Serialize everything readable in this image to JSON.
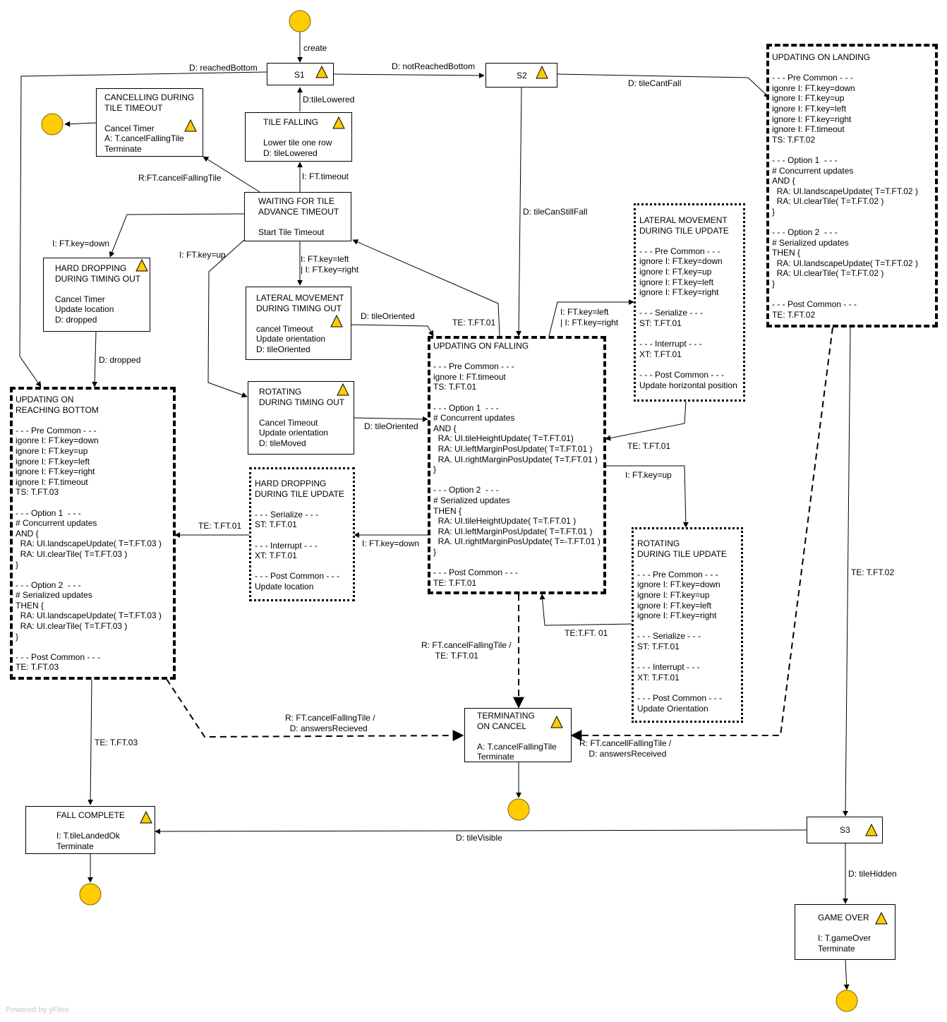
{
  "colors": {
    "state_fill": "#ffcc00",
    "state_stroke": "#806600",
    "warn_fill": "#ffcc00"
  },
  "icons": {
    "warning": "warning-triangle-icon",
    "pseudo_state": "filled-circle-icon"
  },
  "nodes": {
    "s1": {
      "label": "S1"
    },
    "s2": {
      "label": "S2"
    },
    "s3": {
      "label": "S3"
    },
    "tile_falling": {
      "text": "TILE FALLING\n\nLower tile one row\nD: tileLowered"
    },
    "cancelling": {
      "text": "CANCELLING DURING\nTILE TIMEOUT\n\nCancel Timer\nA: T.cancelFallingTile\nTerminate"
    },
    "waiting": {
      "text": "WAITING FOR TILE\nADVANCE TIMEOUT\n\nStart Tile Timeout"
    },
    "hard_drop_timing": {
      "text": "HARD DROPPING\nDURING TIMING OUT\n\nCancel Timer\nUpdate location\nD: dropped"
    },
    "lateral_timing": {
      "text": "LATERAL MOVEMENT\nDURING TIMING OUT\n\ncancel Timeout\nUpdate orientation\nD: tileOriented"
    },
    "rotating_timing": {
      "text": "ROTATING\nDURING TIMING OUT\n\nCancel Timeout\nUpdate orientation\nD: tileMoved"
    },
    "lateral_update": {
      "text": "LATERAL MOVEMENT\nDURING TILE UPDATE\n\n- - - Pre Common - - -\nignore I: FT.key=down\nignore I: FT.key=up\nignore I: FT.key=left\nignore I: FT.key=right\n\n- - - Serialize - - -\nST: T.FT.01\n\n- - - Interrupt - - -\nXT: T.FT.01\n\n- - - Post Common - - -\nUpdate horizontal position"
    },
    "hard_drop_update": {
      "text": "HARD DROPPING\nDURING TILE UPDATE\n\n- - - Serialize - - -\nST: T.FT.01\n\n- - - Interrupt - - -\nXT: T.FT.01\n\n- - - Post Common - - -\nUpdate location"
    },
    "rotating_update": {
      "text": "ROTATING\nDURING TILE UPDATE\n\n- - - Pre Common - - -\nignore I: FT.key=down\nignore I: FT.key=up\nignore I: FT.key=left\nignore I: FT.key=right\n\n- - - Serialize - - -\nST: T.FT.01\n\n- - - Interrupt - - -\nXT: T.FT.01\n\n- - - Post Common - - -\nUpdate Orientation"
    },
    "updating_falling": {
      "text": "UPDATING ON FALLING\n\n- - - Pre Common - - -\nignore I: FT.timeout\nTS: T.FT.01\n\n- - - Option 1  - - -\n# Concurrent updates\nAND {\n  RA: UI.tileHeightUpdate( T=T.FT.01)\n  RA: UI.leftMarginPosUpdate( T=T.FT.01 )\n  RA. UI.rightMarginPosUpdate( T=T.FT.01 )\n}\n\n- - - Option 2  - - -\n# Serialized updates\nTHEN {\n  RA: UI.tileHeightUpdate( T=T.FT.01 )\n  RA: UI.leftMarginPosUpdate( T=T.FT.01 )\n  RA. UI.rightMarginPosUpdate( T=-T.FT.01 )\n}\n\n- - - Post Common - - -\nTE: T.FT.01"
    },
    "updating_bottom": {
      "text": "UPDATING ON\nREACHING BOTTOM\n\n- - - Pre Common - - -\nigonre I: FT.key=down\nignore I: FT.key=up\nignore I: FT.key=left\nignore I: FT.key=right\nignore I: FT.timeout\nTS: T.FT.03\n\n- - - Option 1  - - -\n# Concurrent updates\nAND {\n  RA: UI.landscapeUpdate( T=T.FT.03 )\n  RA: UI.clearTile( T=T.FT.03 )\n}\n\n- - - Option 2  - - -\n# Serialized updates\nTHEN {\n  RA: UI.landscapeUpdate( T=T.FT.03 )\n  RA: UI.clearTile( T=T.FT.03 )\n}\n\n- - - Post Common - - -\nTE: T.FT.03"
    },
    "updating_landing": {
      "text": "UPDATING ON LANDING\n\n- - - Pre Common - - -\nigonre I: FT.key=down\nignore I: FT.key=up\nignore I: FT.key=left\nignore I: FT.key=right\nignore I: FT.timeout\nTS: T.FT.02\n\n- - - Option 1  - - -\n# Concurrent updates\nAND {\n  RA: UI.landscapeUpdate( T=T.FT.02 )\n  RA: UI.clearTile( T=T.FT.02 )\n}\n\n- - - Option 2  - - -\n# Serialized updates\nTHEN {\n  RA: UI.landscapeUpdate( T=T.FT.02 )\n  RA: UI.clearTile( T=T.FT.02 )\n}\n\n- - - Post Common - - -\nTE: T.FT.02"
    },
    "terminating": {
      "text": "TERMINATING\nON CANCEL\n\nA: T.cancelFallingTile\nTerminate"
    },
    "fall_complete": {
      "text": "FALL COMPLETE\n\nI: T.tileLandedOk\nTerminate"
    },
    "game_over": {
      "text": "GAME OVER\n\nI: T.gameOver\nTerminate"
    }
  },
  "edges": {
    "create": "create",
    "reached_bottom": "D: reachedBottom",
    "not_reached_bottom": "D: notReachedBottom",
    "tile_cant_fall": "D: tileCantFall",
    "tile_lowered": "D:tileLowered",
    "cancel_falling_tile_short": "R:FT.cancelFallingTile",
    "ft_timeout": "I: FT.timeout",
    "key_down": "I: FT.key=down",
    "key_up": "I: FT.key=up",
    "key_left_right": "I: FT.key=left\n| I: FT.key=right",
    "tile_can_still_fall": "D: tileCanStillFall",
    "key_left_right_2": "I: FT.key=left\n| I: FT.key=right",
    "dropped": "D: dropped",
    "tile_oriented_1": "D: tileOriented",
    "te_ft01_top": "TE: T.FT.01",
    "tile_oriented_2": "D: tileOriented",
    "te_ft01_right": "TE: T.FT.01",
    "key_up_2": "I: FT.key=up",
    "te_ft01_left": "TE: T.FT.01",
    "key_down_2": "I: FT.key=down",
    "te_ft01_rot": "TE:T.FT. 01",
    "te_ft02": "TE: T.FT.02",
    "cancel_te": "R: FT.cancelFallingTile /\n      TE: T.FT.01",
    "cancel_answers_left": "R: FT.cancelFallingTile /\n  D: answersRecieved",
    "cancel_answers_right": "R: FT.cancellFallingTile /\n    D: answersReceived",
    "te_ft03": "TE: T.FT.03",
    "tile_visible": "D: tileVisible",
    "tile_hidden": "D: tileHidden"
  },
  "footer": "Powered by yFiles"
}
